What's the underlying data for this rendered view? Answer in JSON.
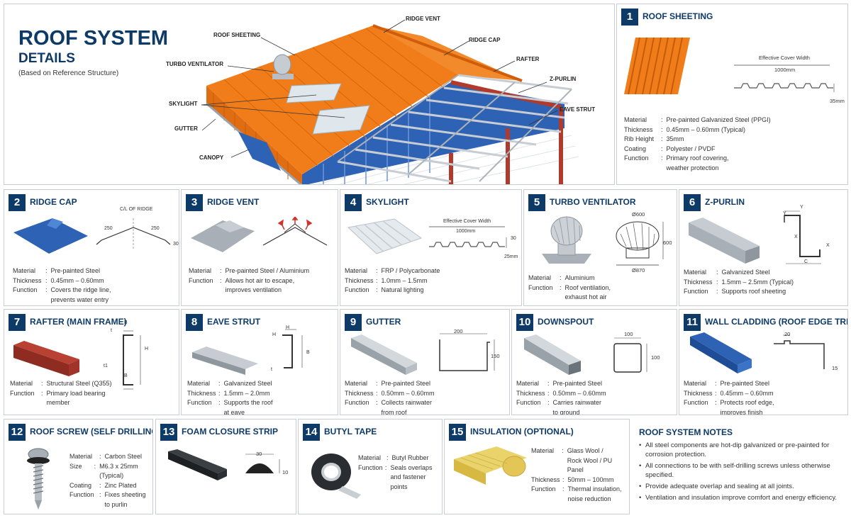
{
  "header": {
    "title_line1": "ROOF SYSTEM",
    "title_line2": "DETAILS",
    "subtitle": "(Based on Reference Structure)"
  },
  "overview_callouts": {
    "roof_sheeting": "ROOF SHEETING",
    "ridge_vent": "RIDGE VENT",
    "ridge_cap": "RIDGE CAP",
    "turbo_ventilator": "TURBO VENTILATOR",
    "rafter": "RAFTER",
    "z_purlin": "Z-PURLIN",
    "skylight": "SKYLIGHT",
    "eave_strut": "EAVE STRUT",
    "gutter": "GUTTER",
    "canopy": "CANOPY"
  },
  "colors": {
    "accent": "#0e3a68",
    "roof_orange": "#f07d1a",
    "steel_blue": "#2e62b5",
    "rafter_red": "#a2332a",
    "steel_grey": "#9aa3ab"
  },
  "panels": [
    {
      "id": "roof-sheeting",
      "num": "1",
      "title": "ROOF SHEETING",
      "dims": {
        "cover_label": "Effective Cover Width",
        "cover_value": "1000mm",
        "rib_value": "35mm"
      },
      "specs": [
        {
          "k": "Material",
          "v": "Pre-painted Galvanized Steel (PPGI)"
        },
        {
          "k": "Thickness",
          "v": "0.45mm – 0.60mm (Typical)"
        },
        {
          "k": "Rib Height",
          "v": "35mm"
        },
        {
          "k": "Coating",
          "v": "Polyester / PVDF"
        },
        {
          "k": "Function",
          "v": "Primary roof covering,\nweather protection"
        }
      ]
    },
    {
      "id": "ridge-cap",
      "num": "2",
      "title": "RIDGE CAP",
      "dims": {
        "label": "C/L OF RIDGE",
        "left": "250",
        "right": "250",
        "height": "30"
      },
      "specs": [
        {
          "k": "Material",
          "v": "Pre-painted Steel"
        },
        {
          "k": "Thickness",
          "v": "0.45mm – 0.60mm"
        },
        {
          "k": "Function",
          "v": "Covers the ridge line,\nprevents water entry"
        }
      ]
    },
    {
      "id": "ridge-vent",
      "num": "3",
      "title": "RIDGE VENT",
      "specs": [
        {
          "k": "Material",
          "v": "Pre-painted Steel / Aluminium"
        },
        {
          "k": "Function",
          "v": "Allows hot air to escape,\nimproves ventilation"
        }
      ]
    },
    {
      "id": "skylight",
      "num": "4",
      "title": "SKYLIGHT",
      "dims": {
        "cover_label": "Effective Cover Width",
        "cover_value": "1000mm",
        "height": "30",
        "rib": "25mm"
      },
      "specs": [
        {
          "k": "Material",
          "v": "FRP / Polycarbonate"
        },
        {
          "k": "Thickness",
          "v": "1.0mm – 1.5mm"
        },
        {
          "k": "Function",
          "v": "Natural lighting"
        }
      ]
    },
    {
      "id": "turbo-ventilator",
      "num": "5",
      "title": "TURBO VENTILATOR",
      "dims": {
        "top": "Ø600",
        "height": "600",
        "base": "Ø870"
      },
      "specs": [
        {
          "k": "Material",
          "v": "Aluminium"
        },
        {
          "k": "Function",
          "v": "Roof ventilation,\nexhaust hot air"
        }
      ]
    },
    {
      "id": "z-purlin",
      "num": "6",
      "title": "Z-PURLIN",
      "dims": {
        "y1": "Y",
        "y2": "Y",
        "x1": "X",
        "x2": "X",
        "c": "C"
      },
      "specs": [
        {
          "k": "Material",
          "v": "Galvanized Steel"
        },
        {
          "k": "Thickness",
          "v": "1.5mm – 2.5mm (Typical)"
        },
        {
          "k": "Function",
          "v": "Supports roof sheeting"
        }
      ]
    },
    {
      "id": "rafter",
      "num": "7",
      "title": "RAFTER (MAIN FRAME)",
      "dims": {
        "b_top": "B",
        "t_top": "t",
        "h": "H",
        "t1": "t1",
        "b_bottom": "B"
      },
      "specs": [
        {
          "k": "Material",
          "v": "Structural Steel (Q355)"
        },
        {
          "k": "Function",
          "v": "Primary load bearing\nmember"
        }
      ]
    },
    {
      "id": "eave-strut",
      "num": "8",
      "title": "EAVE STRUT",
      "dims": {
        "h_top": "H",
        "h_side": "H",
        "b": "B",
        "t": "t"
      },
      "specs": [
        {
          "k": "Material",
          "v": "Galvanized Steel"
        },
        {
          "k": "Thickness",
          "v": "1.5mm – 2.0mm"
        },
        {
          "k": "Function",
          "v": "Supports the roof\nat eave"
        }
      ]
    },
    {
      "id": "gutter",
      "num": "9",
      "title": "GUTTER",
      "dims": {
        "width": "200",
        "height": "150"
      },
      "specs": [
        {
          "k": "Material",
          "v": "Pre-painted Steel"
        },
        {
          "k": "Thickness",
          "v": "0.50mm – 0.60mm"
        },
        {
          "k": "Function",
          "v": "Collects rainwater\nfrom roof"
        }
      ]
    },
    {
      "id": "downspout",
      "num": "10",
      "title": "DOWNSPOUT",
      "dims": {
        "width": "100",
        "height": "100"
      },
      "specs": [
        {
          "k": "Material",
          "v": "Pre-painted Steel"
        },
        {
          "k": "Thickness",
          "v": "0.50mm – 0.60mm"
        },
        {
          "k": "Function",
          "v": "Carries rainwater\nto ground"
        }
      ]
    },
    {
      "id": "wall-cladding",
      "num": "11",
      "title": "WALL CLADDING (ROOF EDGE TRIM)",
      "dims": {
        "top": "20",
        "side": "15"
      },
      "specs": [
        {
          "k": "Material",
          "v": "Pre-painted Steel"
        },
        {
          "k": "Thickness",
          "v": "0.45mm – 0.60mm"
        },
        {
          "k": "Function",
          "v": "Protects roof edge,\nimproves finish"
        }
      ]
    },
    {
      "id": "roof-screw",
      "num": "12",
      "title": "ROOF SCREW (SELF DRILLING)",
      "specs": [
        {
          "k": "Material",
          "v": "Carbon Steel"
        },
        {
          "k": "Size",
          "v": "M6.3 x 25mm (Typical)"
        },
        {
          "k": "Coating",
          "v": "Zinc Plated"
        },
        {
          "k": "Function",
          "v": "Fixes sheeting\nto purlin"
        }
      ]
    },
    {
      "id": "foam-closure",
      "num": "13",
      "title": "FOAM CLOSURE STRIP",
      "dims": {
        "width": "30",
        "height": "10"
      },
      "specs": []
    },
    {
      "id": "butyl-tape",
      "num": "14",
      "title": "BUTYL TAPE",
      "specs": [
        {
          "k": "Material",
          "v": "Butyl Rubber"
        },
        {
          "k": "Function",
          "v": "Seals overlaps\nand fastener points"
        }
      ]
    },
    {
      "id": "insulation",
      "num": "15",
      "title": "INSULATION (OPTIONAL)",
      "specs": [
        {
          "k": "Material",
          "v": "Glass Wool /\nRock Wool / PU Panel"
        },
        {
          "k": "Thickness",
          "v": "50mm – 100mm"
        },
        {
          "k": "Function",
          "v": "Thermal insulation,\nnoise reduction"
        }
      ]
    }
  ],
  "notes": {
    "title": "ROOF SYSTEM NOTES",
    "items": [
      "All steel components are hot-dip galvanized or pre-painted for corrosion protection.",
      "All connections to be with self-drilling screws unless otherwise specified.",
      "Provide adequate overlap and sealing at all joints.",
      "Ventilation and insulation improve comfort and energy efficiency."
    ]
  }
}
